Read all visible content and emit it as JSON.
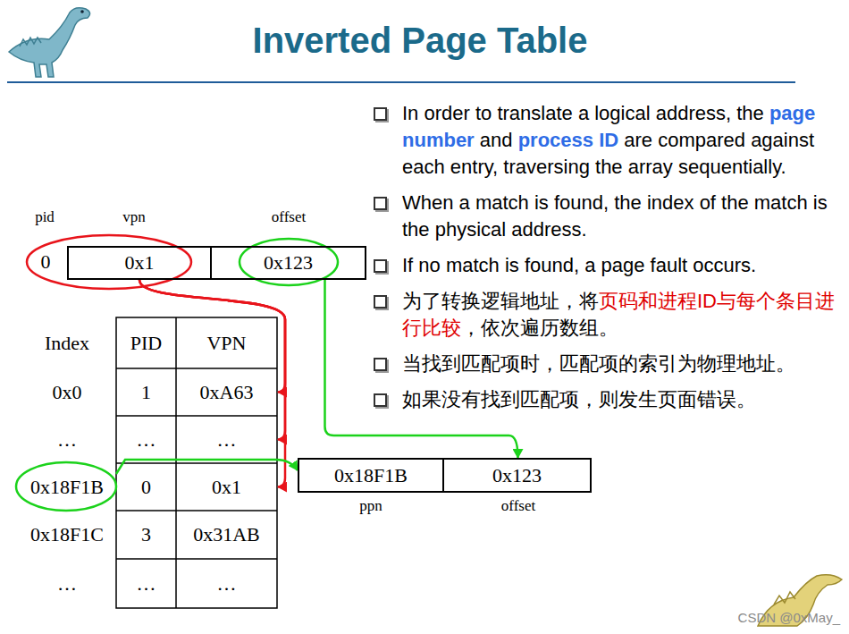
{
  "diagram": {
    "title": "Inverted Page Table",
    "nodes": [
      {
        "text": [
          "0x1"
        ]
      },
      {
        "text": [
          "0x123"
        ]
      },
      {
        "text": [
          "0xA63"
        ]
      },
      {
        "text": [
          "…"
        ]
      },
      {
        "text": [
          "0x1"
        ]
      },
      {
        "text": [
          "0x18F1B"
        ]
      },
      {
        "text": [
          "0x18F1B"
        ]
      },
      {
        "text": [
          "0x123"
        ]
      }
    ],
    "edges": [
      {
        "from": 0,
        "to": 2,
        "arrow": "to"
      },
      {
        "from": 0,
        "to": 3,
        "arrow": "to"
      },
      {
        "from": 0,
        "to": 4,
        "arrow": "to"
      },
      {
        "from": 1,
        "to": 7,
        "arrow": "to"
      },
      {
        "from": 5,
        "to": 6,
        "arrow": "to"
      }
    ],
    "labels": [
      "pid",
      "vpn",
      "offset",
      "0",
      "Index",
      "PID",
      "VPN",
      "0x0",
      "1",
      "…",
      "…",
      "0",
      "0x18F1C",
      "3",
      "0x31AB",
      "…",
      "…",
      "…",
      "ppn",
      "offset",
      "In order to translate a logical address, the",
      "page number",
      "and",
      "process ID",
      "are compared against each entry, traversing the array sequentially.",
      "When a match is found, the index of the match is the physical address.",
      "If no match is found, a page fault occurs.",
      "为了转换逻辑地址，将",
      "页码和进程ID与每个条目进行比较",
      "，依次遍历数组。",
      "当找到匹配项时，匹配项的索引为物理地址。",
      "如果没有找到匹配项，则发生页面错误。",
      "CSDN @0xMay_"
    ]
  }
}
